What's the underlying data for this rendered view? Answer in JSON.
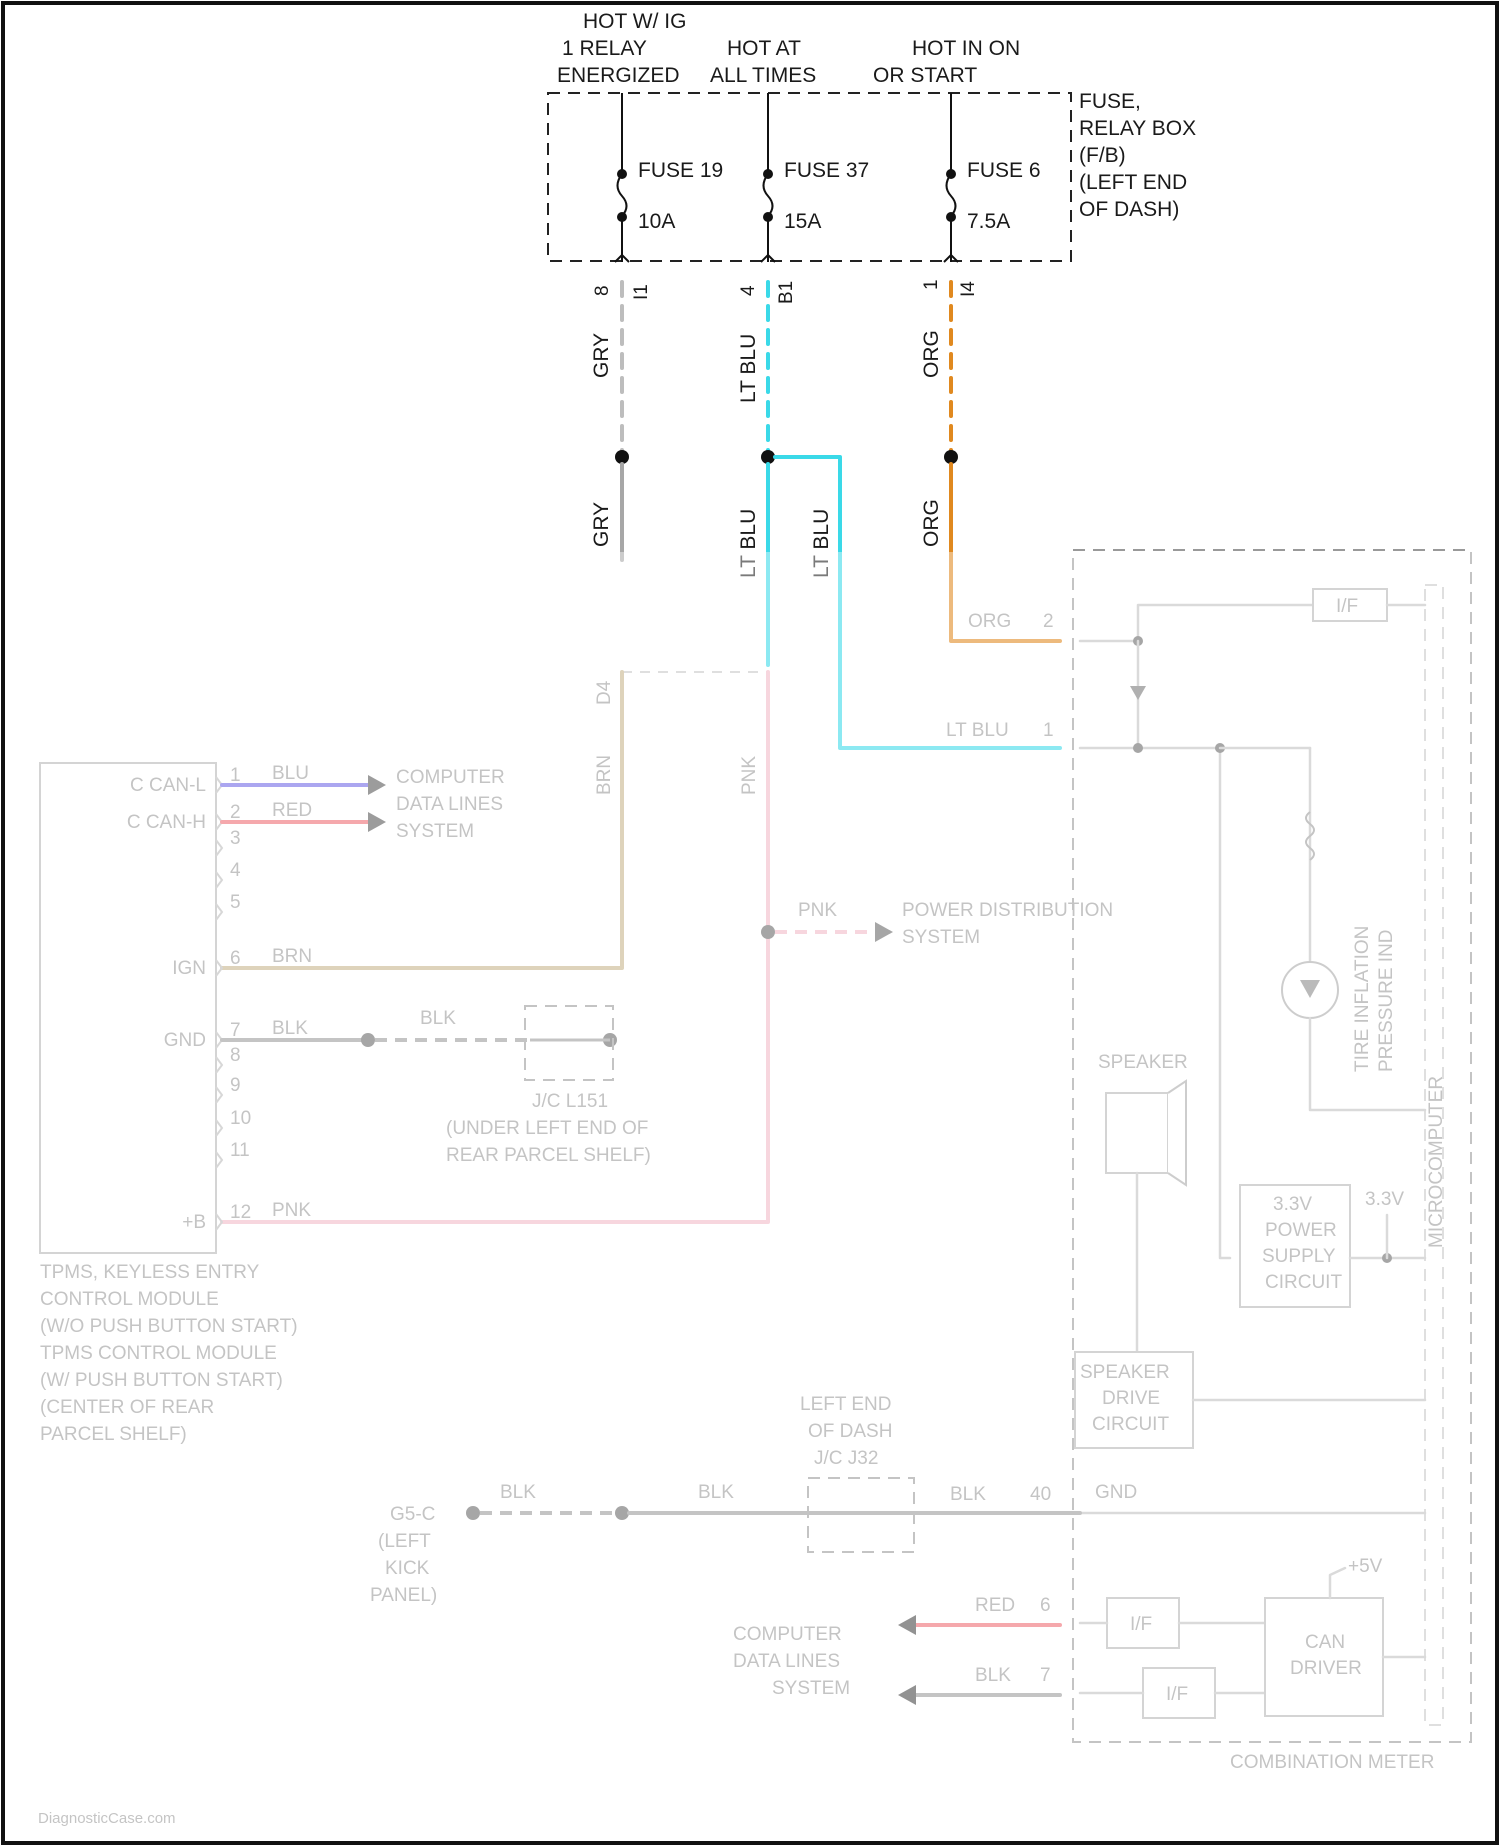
{
  "power_sources": {
    "fuse19": {
      "line1": "HOT W/ IG",
      "line2": "1 RELAY",
      "line3": "ENERGIZED",
      "fuse": "FUSE 19",
      "rating": "10A",
      "pin": "8",
      "connector": "I1"
    },
    "fuse37": {
      "line1": "HOT AT",
      "line2": "ALL TIMES",
      "fuse": "FUSE 37",
      "rating": "15A",
      "pin": "4",
      "connector": "B1"
    },
    "fuse6": {
      "line1": "HOT IN ON",
      "line2": "OR START",
      "fuse": "FUSE 6",
      "rating": "7.5A",
      "pin": "1",
      "connector": "I4"
    }
  },
  "fuse_box": {
    "line1": "FUSE,",
    "line2": "RELAY BOX",
    "line3": "(F/B)",
    "line4": "(LEFT END",
    "line5": "OF DASH)"
  },
  "wires": {
    "gry_upper": "GRY",
    "gry_lower": "GRY",
    "ltblu_upper": "LT BLU",
    "ltblu_lower_a": "LT BLU",
    "ltblu_lower_b": "LT BLU",
    "org_upper": "ORG",
    "org_lower": "ORG",
    "brn": "BRN",
    "pnk": "PNK"
  },
  "tpms_module": {
    "pins": [
      {
        "num": "1",
        "name": "C CAN-L",
        "wire": "BLU"
      },
      {
        "num": "2",
        "name": "C CAN-H",
        "wire": "RED"
      },
      {
        "num": "3"
      },
      {
        "num": "4"
      },
      {
        "num": "5"
      },
      {
        "num": "6",
        "name": "IGN",
        "wire": "BRN"
      },
      {
        "num": "7",
        "name": "GND",
        "wire": "BLK"
      },
      {
        "num": "8"
      },
      {
        "num": "9"
      },
      {
        "num": "10"
      },
      {
        "num": "11"
      },
      {
        "num": "12",
        "name": "+B",
        "wire": "PNK"
      }
    ],
    "can_dest": [
      "COMPUTER",
      "DATA LINES",
      "SYSTEM"
    ],
    "caption": [
      "TPMS, KEYLESS ENTRY",
      "CONTROL MODULE",
      "(W/O PUSH BUTTON START)",
      "TPMS CONTROL MODULE",
      "(W/ PUSH BUTTON START)",
      "(CENTER OF REAR",
      "PARCEL SHELF)"
    ]
  },
  "power_distribution": {
    "wire": "PNK",
    "line1": "POWER DISTRIBUTION",
    "line2": "SYSTEM"
  },
  "jc_l151": {
    "wire_a": "BLK",
    "wire_b": "BLK",
    "line1": "J/C L151",
    "line2": "(UNDER LEFT END OF",
    "line3": "REAR PARCEL SHELF)"
  },
  "combination_meter": {
    "title": "COMBINATION METER",
    "pins": {
      "org": {
        "wire": "ORG",
        "num": "2"
      },
      "ltblu": {
        "wire": "LT BLU",
        "num": "1"
      },
      "gnd": {
        "wire": "BLK",
        "num": "40",
        "label": "GND"
      },
      "can_h": {
        "wire": "RED",
        "num": "6"
      },
      "can_l": {
        "wire": "BLK",
        "num": "7"
      }
    },
    "if_label": "I/F",
    "tpms_indicator": [
      "TIRE INFLATION",
      "PRESSURE IND"
    ],
    "microcomputer": "MICROCOMPUTER",
    "speaker": "SPEAKER",
    "supply": [
      "3.3V",
      "POWER",
      "SUPPLY",
      "CIRCUIT"
    ],
    "supply_out": "3.3V",
    "speaker_drive": [
      "SPEAKER",
      "DRIVE",
      "CIRCUIT"
    ],
    "can_driver": [
      "CAN",
      "DRIVER"
    ],
    "can_vcc": "+5V"
  },
  "ground": {
    "name": "G5-C",
    "lines": [
      "(LEFT",
      "KICK",
      "PANEL)"
    ],
    "wire_a": "BLK",
    "wire_b": "BLK"
  },
  "jc_j32": {
    "line1": "LEFT END",
    "line2": "OF DASH",
    "line3": "J/C J32"
  },
  "can_dest_meter": [
    "COMPUTER",
    "DATA LINES",
    "SYSTEM"
  ],
  "watermark": "DiagnosticCase.com",
  "colors": {
    "gry": "#bdbdbd",
    "lt_blu": "#3ad9e8",
    "org": "#e0891f",
    "brn": "#c6b48a",
    "pnk": "#f2b8c6",
    "blu": "#6f66e6",
    "red": "#ee6a70",
    "blk": "#9a9a9a"
  }
}
